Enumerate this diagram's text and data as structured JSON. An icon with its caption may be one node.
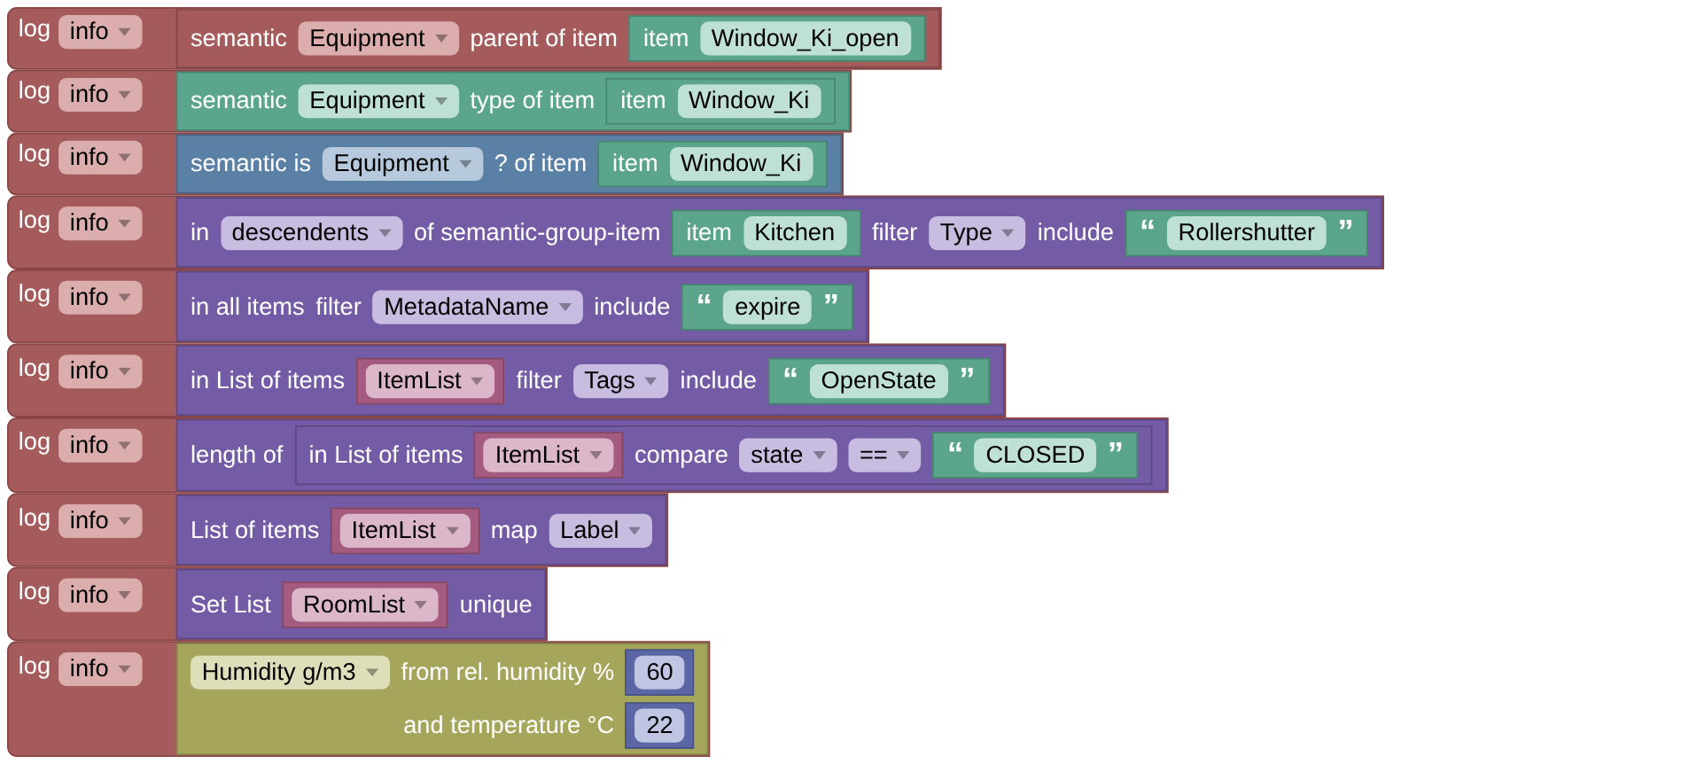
{
  "diagram": {
    "nodes": [
      {
        "text": [
          "log"
        ]
      },
      {
        "text": [
          "info"
        ],
        "in": 0
      },
      {
        "text": [
          "semantic",
          "parent of item"
        ],
        "in": 0
      },
      {
        "text": [
          "Equipment"
        ],
        "in": 2
      },
      {
        "text": [
          "item"
        ],
        "in": 2
      },
      {
        "text": [
          "Window_Ki_open"
        ],
        "in": 4
      },
      {
        "text": [
          "log"
        ]
      },
      {
        "text": [
          "info"
        ],
        "in": 6
      },
      {
        "text": [
          "semantic",
          "type of item"
        ],
        "in": 6
      },
      {
        "text": [
          "Equipment"
        ],
        "in": 8
      },
      {
        "text": [
          "item"
        ],
        "in": 8
      },
      {
        "text": [
          "Window_Ki"
        ],
        "in": 10
      },
      {
        "text": [
          "log"
        ]
      },
      {
        "text": [
          "info"
        ],
        "in": 12
      },
      {
        "text": [
          "semantic is",
          "? of item"
        ],
        "in": 12
      },
      {
        "text": [
          "Equipment"
        ],
        "in": 14
      },
      {
        "text": [
          "item"
        ],
        "in": 14
      },
      {
        "text": [
          "Window_Ki"
        ],
        "in": 16
      },
      {
        "text": [
          "log"
        ]
      },
      {
        "text": [
          "info"
        ],
        "in": 18
      },
      {
        "text": [
          "in",
          "of semantic-group-item",
          "filter",
          "include"
        ],
        "in": 18
      },
      {
        "text": [
          "descendents"
        ],
        "in": 20
      },
      {
        "text": [
          "item"
        ],
        "in": 20
      },
      {
        "text": [
          "Kitchen"
        ],
        "in": 22
      },
      {
        "text": [
          "Type"
        ],
        "in": 20
      },
      {
        "text": [
          "“",
          "”"
        ],
        "in": 20
      },
      {
        "text": [
          "Rollershutter"
        ],
        "in": 25
      },
      {
        "text": [
          "log"
        ]
      },
      {
        "text": [
          "info"
        ],
        "in": 27
      },
      {
        "text": [
          "in all items",
          "filter",
          "include"
        ],
        "in": 27
      },
      {
        "text": [
          "MetadataName"
        ],
        "in": 29
      },
      {
        "text": [
          "“",
          "”"
        ],
        "in": 29
      },
      {
        "text": [
          "expire"
        ],
        "in": 31
      },
      {
        "text": [
          "log"
        ]
      },
      {
        "text": [
          "info"
        ],
        "in": 33
      },
      {
        "text": [
          "in List of items",
          "filter",
          "include"
        ],
        "in": 33
      },
      {
        "text": [],
        "shape": "box",
        "in": 35
      },
      {
        "text": [
          "ItemList"
        ],
        "in": 36
      },
      {
        "text": [
          "Tags"
        ],
        "in": 35
      },
      {
        "text": [
          "“",
          "”"
        ],
        "in": 35
      },
      {
        "text": [
          "OpenState"
        ],
        "in": 39
      },
      {
        "text": [
          "log"
        ]
      },
      {
        "text": [
          "info"
        ],
        "in": 41
      },
      {
        "text": [
          "length of"
        ],
        "in": 41
      },
      {
        "text": [
          "in List of items",
          "compare"
        ],
        "in": 43
      },
      {
        "text": [],
        "shape": "box",
        "in": 44
      },
      {
        "text": [
          "ItemList"
        ],
        "in": 45
      },
      {
        "text": [
          "state"
        ],
        "in": 44
      },
      {
        "text": [
          "=="
        ],
        "in": 44
      },
      {
        "text": [
          "“",
          "”"
        ],
        "in": 44
      },
      {
        "text": [
          "CLOSED"
        ],
        "in": 49
      },
      {
        "text": [
          "log"
        ]
      },
      {
        "text": [
          "info"
        ],
        "in": 51
      },
      {
        "text": [
          "List of items",
          "map"
        ],
        "in": 51
      },
      {
        "text": [],
        "shape": "box",
        "in": 53
      },
      {
        "text": [
          "ItemList"
        ],
        "in": 54
      },
      {
        "text": [
          "Label"
        ],
        "in": 53
      },
      {
        "text": [
          "log"
        ]
      },
      {
        "text": [
          "info"
        ],
        "in": 57
      },
      {
        "text": [
          "Set List",
          "unique"
        ],
        "in": 57
      },
      {
        "text": [],
        "shape": "box",
        "in": 59
      },
      {
        "text": [
          "RoomList"
        ],
        "in": 60
      },
      {
        "text": [
          "log"
        ]
      },
      {
        "text": [
          "info"
        ],
        "in": 62
      },
      {
        "text": [
          "from rel. humidity %",
          "and temperature °C"
        ],
        "in": 62
      },
      {
        "text": [
          "Humidity g/m3"
        ],
        "in": 64
      },
      {
        "text": [],
        "shape": "box",
        "in": 64
      },
      {
        "text": [
          "60"
        ],
        "in": 66
      },
      {
        "text": [],
        "shape": "box",
        "in": 64
      },
      {
        "text": [
          "22"
        ],
        "in": 68
      }
    ]
  }
}
